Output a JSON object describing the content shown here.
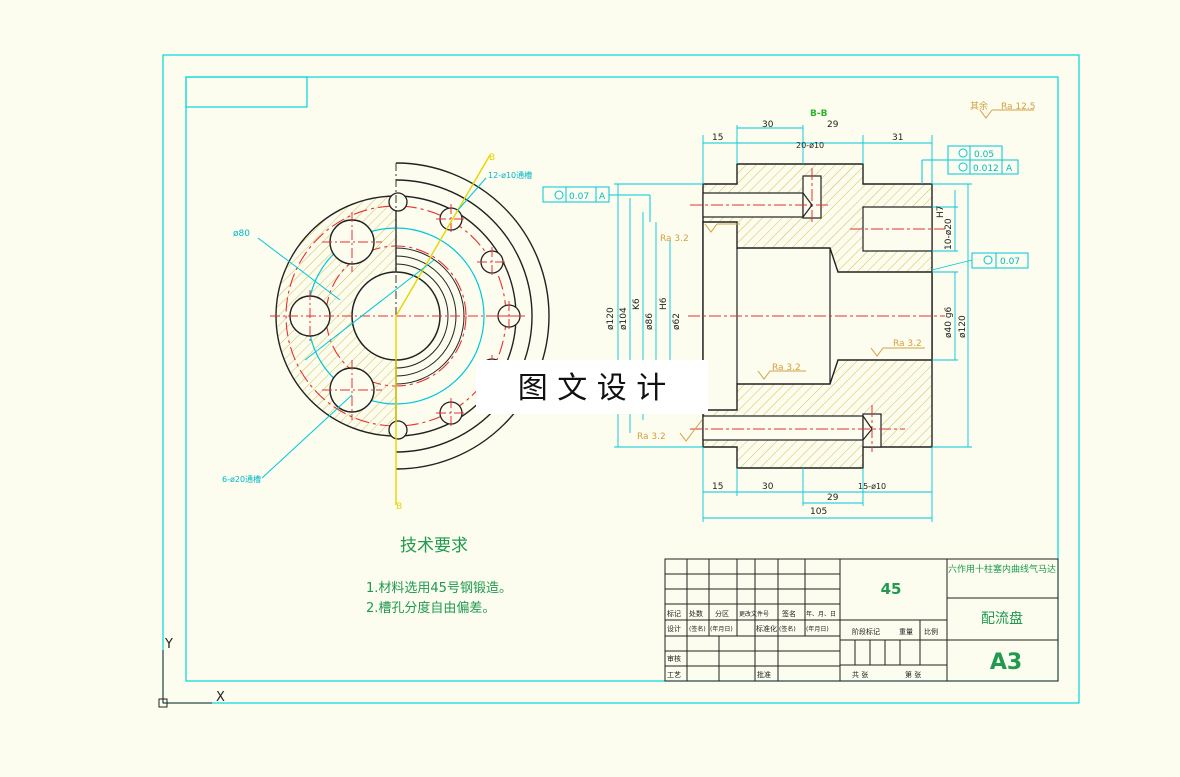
{
  "watermark": "图 文 设 计",
  "section_label": "B-B",
  "tech_requirements": {
    "title": "技术要求",
    "items": [
      "1.材料选用45号钢锻造。",
      "2.槽孔分度自由偏差。"
    ]
  },
  "left_view": {
    "holes_top": "12-ø10通槽",
    "holes_bottom": "6-ø20通槽",
    "dia_80": "ø80",
    "cut_top": "B",
    "cut_bottom": "B"
  },
  "right_view": {
    "dims_top": [
      "15",
      "30",
      "29",
      "31"
    ],
    "hole_top": "20-ø10",
    "dims_bottom": [
      "15",
      "30",
      "29",
      "105"
    ],
    "hole_bottom": "15-ø10",
    "dia_left": [
      "ø120",
      "ø104",
      "ø86",
      "ø62"
    ],
    "fits_left": [
      "K6",
      "H6"
    ],
    "dia_right": [
      "H7",
      "10-ø20",
      "ø40 g6",
      "ø120"
    ],
    "roughness": [
      "Ra 3.2",
      "Ra 3.2",
      "Ra 3.2",
      "Ra 3.2"
    ],
    "surface_rest": "其余",
    "surface_rest_value": "Ra 12.5",
    "tolerance_left": "0.07",
    "tolerance_left_datum": "A",
    "tolerance_top_1": "0.05",
    "tolerance_top_2": "0.012",
    "tolerance_top_datum": "A",
    "tolerance_right": "0.07"
  },
  "title_block": {
    "material": "45",
    "project": "六作用十柱塞内曲线气马达",
    "part_name": "配流盘",
    "sheet": "A3",
    "row_labels": [
      "标记",
      "处数",
      "分区",
      "更改文件号",
      "签名",
      "年、月、日"
    ],
    "design_row": [
      "设计",
      "(签名)",
      "(年月日)",
      "标准化",
      "(签名)",
      "(年月日)"
    ],
    "review": "审核",
    "process": "工艺",
    "approve": "批准",
    "stage_mark": "阶段标记",
    "weight": "重量",
    "ratio": "比例",
    "total_sheets": "共 张",
    "sheet_no": "第 张"
  },
  "ucs": {
    "y": "Y",
    "x": "X"
  }
}
